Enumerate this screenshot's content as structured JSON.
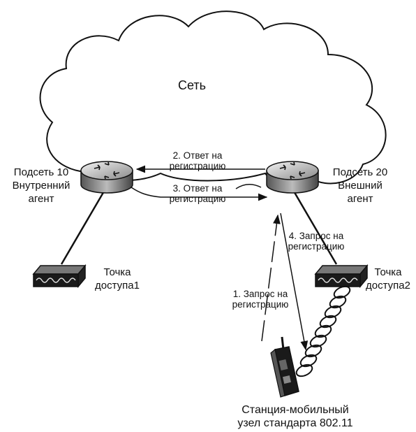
{
  "diagram": {
    "cloud_label": "Сеть",
    "home_router": {
      "line1": "Подсеть 10",
      "line2": "Внутренний",
      "line3": "агент"
    },
    "foreign_router": {
      "line1": "Подсеть 20",
      "line2": "Внешний",
      "line3": "агент"
    },
    "access_point_1": {
      "line1": "Точка",
      "line2": "доступа1"
    },
    "access_point_2": {
      "line1": "Точка",
      "line2": "доступа2"
    },
    "mobile_station": {
      "line1": "Станция-мобильный",
      "line2": "узел стандарта 802.11"
    },
    "messages": [
      {
        "line1": "2. Ответ на",
        "line2": "регистрацию"
      },
      {
        "line1": "3. Ответ на",
        "line2": "регистрацию"
      },
      {
        "line1": "4. Запрос на",
        "line2": "регистрацию"
      },
      {
        "line1": "1. Запрос на",
        "line2": "регистрацию"
      }
    ]
  }
}
